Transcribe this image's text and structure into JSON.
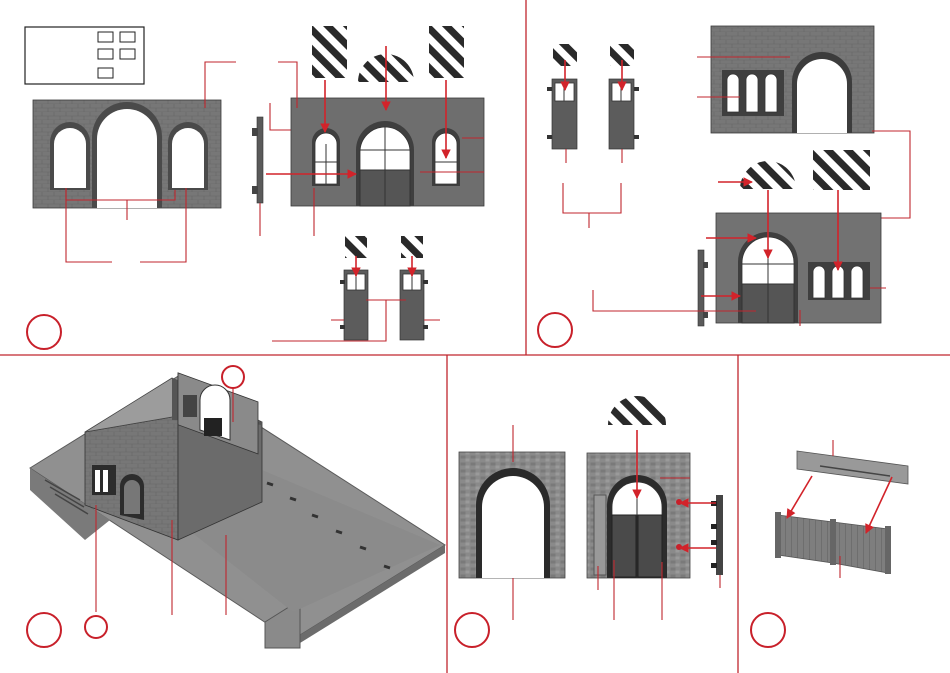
{
  "sheet": {
    "accent": "#c8202a",
    "wall_color": "#6b6b6b",
    "door_color": "#5a5a5a",
    "step_labels": [
      "",
      "",
      "",
      "",
      "",
      ""
    ]
  },
  "steps": [
    {
      "id": "step-1",
      "parts": [
        "front-wall-with-three-arches",
        "back-wall-with-windows-and-door",
        "side-strip",
        "glazing-inserts",
        "small-doors"
      ]
    },
    {
      "id": "step-2",
      "parts": [
        "small-doors-with-glazing",
        "arch-wall",
        "door-wall-with-glazing",
        "side-strip"
      ]
    },
    {
      "id": "step-3",
      "parts": [
        "assembled-shed-on-base-plate"
      ]
    },
    {
      "id": "step-4",
      "parts": [
        "arch-wall",
        "gate-wall",
        "arch-glazing",
        "hinges"
      ]
    },
    {
      "id": "step-5",
      "parts": [
        "fence-top-rail",
        "fence-panels"
      ]
    }
  ],
  "icons": [
    "hatched-glazing-icon",
    "parts-tree-icon",
    "step-circle-icon"
  ]
}
